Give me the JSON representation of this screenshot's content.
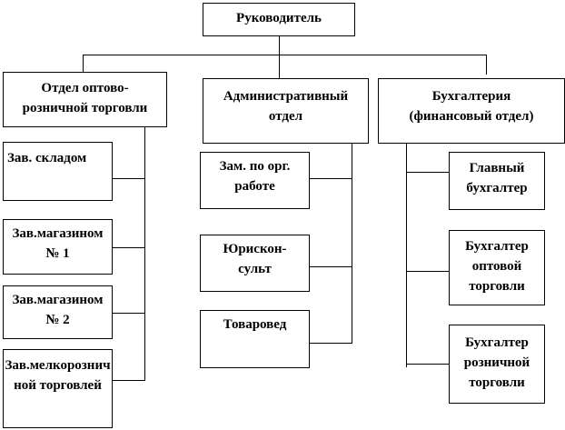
{
  "root": {
    "label": "Руководитель"
  },
  "departments": [
    {
      "label": "Отдел оптово-розничной торговли",
      "children": [
        "Зав. складом",
        "Зав.магазином № 1",
        "Зав.магазином № 2",
        "Зав.мелкорозничной торговлей"
      ]
    },
    {
      "label": "Административный отдел",
      "children": [
        "Зам. по орг. работе",
        "Юрискон-сульт",
        "Товаровед"
      ]
    },
    {
      "label": "Бухгалтерия (финансовый отдел)",
      "children": [
        "Главный бухгалтер",
        "Бухгалтер оптовой торговли",
        "Бухгалтер розничной торговли"
      ]
    }
  ]
}
